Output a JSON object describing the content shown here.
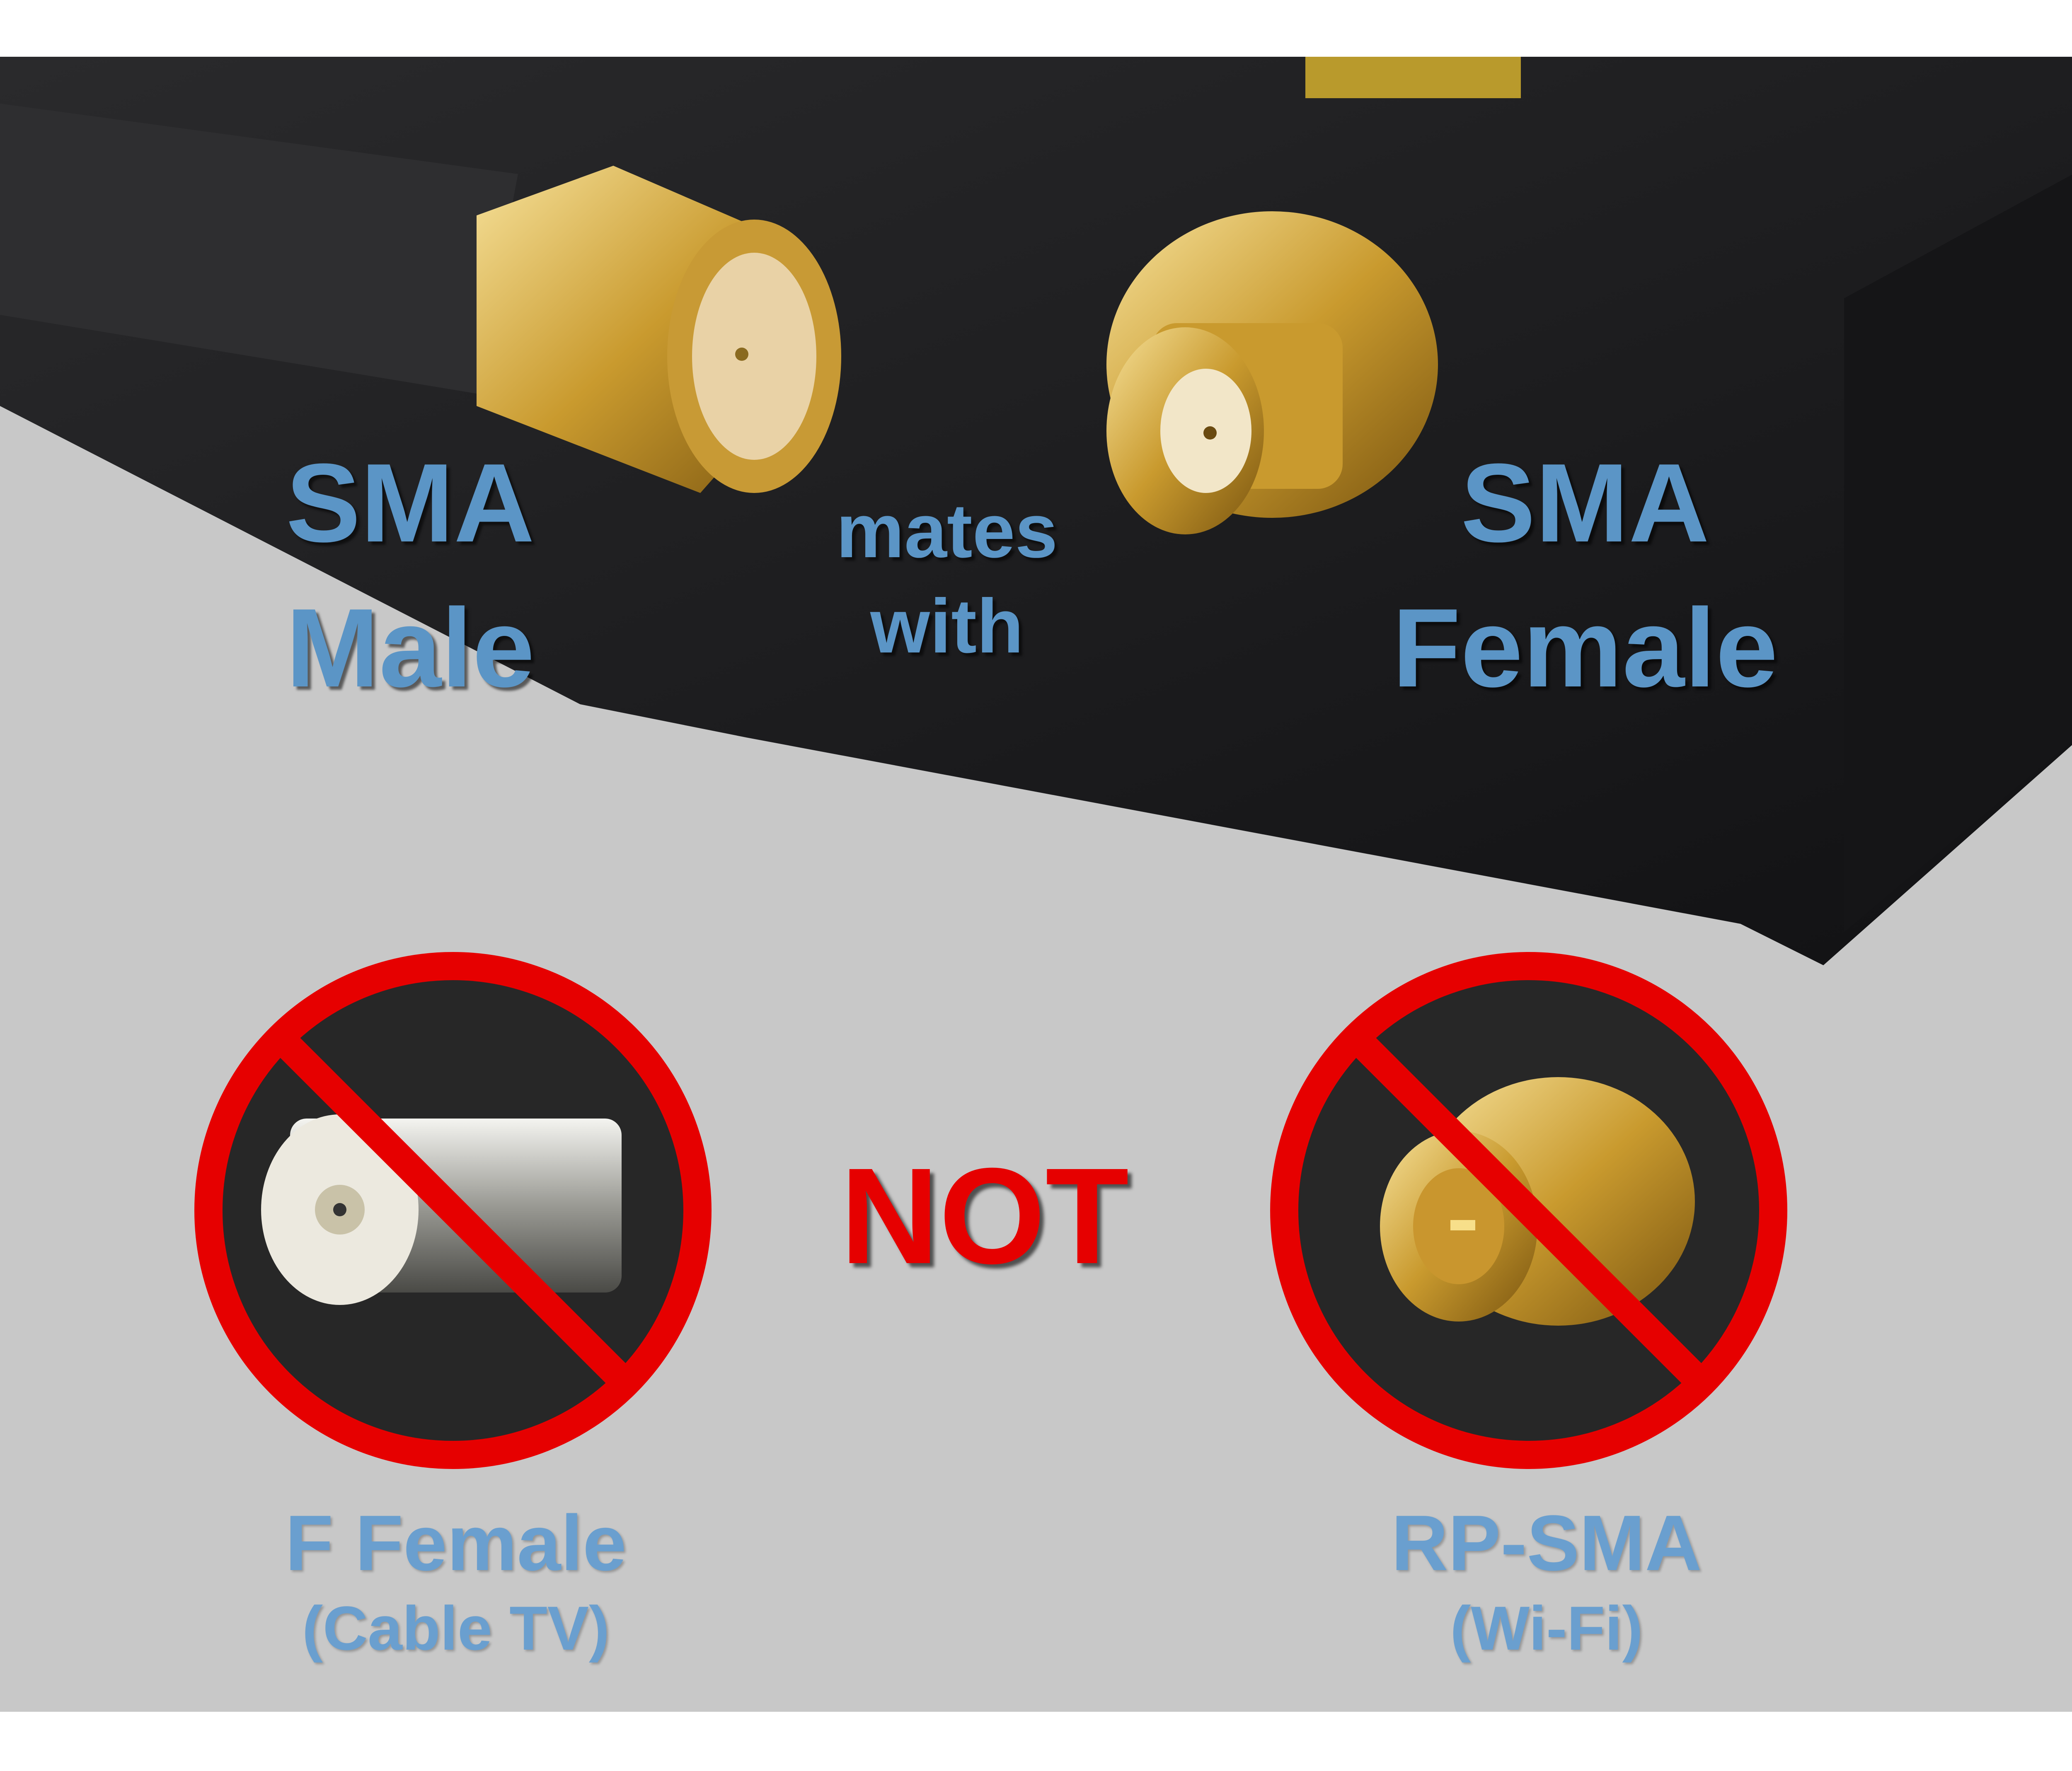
{
  "labels": {
    "sma_male": {
      "line1": "SMA",
      "line2": "Male"
    },
    "mates_with": {
      "line1": "mates",
      "line2": "with"
    },
    "sma_female": {
      "line1": "SMA",
      "line2": "Female"
    },
    "not": "NOT",
    "f_female": {
      "name": "F Female",
      "note": "(Cable TV)"
    },
    "rp_sma": {
      "name": "RP-SMA",
      "note": "(Wi-Fi)"
    }
  },
  "colors": {
    "label_blue": "#5b95c6",
    "prohibit_red": "#e60000",
    "background_gray": "#c8c8c8",
    "device_black": "#1c1c1e",
    "gold": "#d4a93a"
  }
}
